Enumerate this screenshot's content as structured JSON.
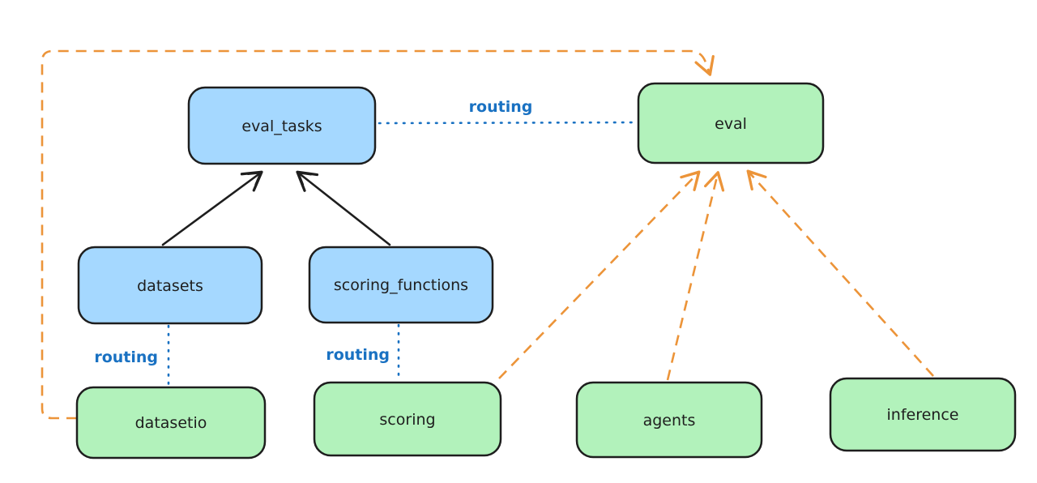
{
  "diagram": {
    "nodes": [
      {
        "id": "eval_tasks",
        "label": "eval_tasks",
        "color": "blue"
      },
      {
        "id": "eval",
        "label": "eval",
        "color": "green"
      },
      {
        "id": "datasets",
        "label": "datasets",
        "color": "blue"
      },
      {
        "id": "scoring_functions",
        "label": "scoring_functions",
        "color": "blue"
      },
      {
        "id": "datasetio",
        "label": "datasetio",
        "color": "green"
      },
      {
        "id": "scoring",
        "label": "scoring",
        "color": "green"
      },
      {
        "id": "agents",
        "label": "agents",
        "color": "green"
      },
      {
        "id": "inference",
        "label": "inference",
        "color": "green"
      }
    ],
    "edges": [
      {
        "from": "datasets",
        "to": "eval_tasks",
        "style": "solid",
        "color": "black",
        "label": ""
      },
      {
        "from": "scoring_functions",
        "to": "eval_tasks",
        "style": "solid",
        "color": "black",
        "label": ""
      },
      {
        "from": "eval_tasks",
        "to": "eval",
        "style": "dotted",
        "color": "blue",
        "label": "routing"
      },
      {
        "from": "datasets",
        "to": "datasetio",
        "style": "dotted",
        "color": "blue",
        "label": "routing"
      },
      {
        "from": "scoring_functions",
        "to": "scoring",
        "style": "dotted",
        "color": "blue",
        "label": "routing"
      },
      {
        "from": "datasetio",
        "to": "eval",
        "style": "dashed",
        "color": "orange",
        "label": ""
      },
      {
        "from": "scoring",
        "to": "eval",
        "style": "dashed",
        "color": "orange",
        "label": ""
      },
      {
        "from": "agents",
        "to": "eval",
        "style": "dashed",
        "color": "orange",
        "label": ""
      },
      {
        "from": "inference",
        "to": "eval",
        "style": "dashed",
        "color": "orange",
        "label": ""
      }
    ],
    "colors": {
      "node_blue_fill": "#a5d8ff",
      "node_green_fill": "#b2f2bb",
      "node_stroke": "#1e1e1e",
      "routing_line": "#1971c2",
      "dependency_line": "#ec9439",
      "solid_line": "#1e1e1e",
      "background": "#ffffff"
    }
  }
}
